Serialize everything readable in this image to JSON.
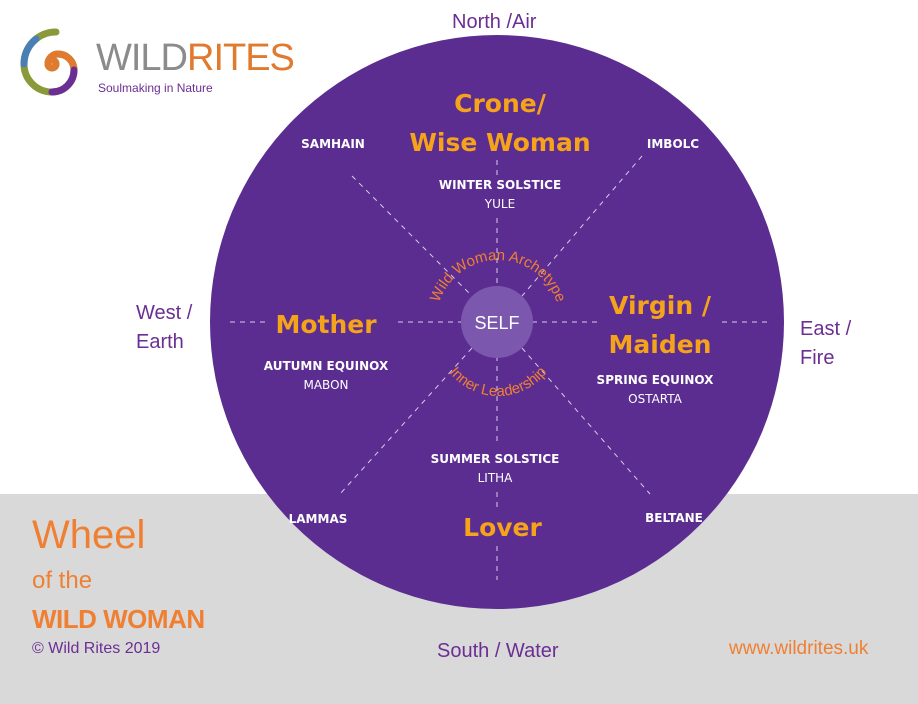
{
  "logo": {
    "brand_wild": "WILD",
    "brand_rites": "RITES",
    "tagline": "Soulmaking in Nature"
  },
  "compass": {
    "north": "North /Air",
    "south": "South / Water",
    "west": "West /\nEarth",
    "east": "East /\nFire"
  },
  "archetypes": {
    "crone": "Crone/\nWise Woman",
    "mother": "Mother",
    "virgin": "Virgin /\nMaiden",
    "lover": "Lover"
  },
  "festivals": {
    "winter": {
      "name": "WINTER SOLSTICE",
      "sub": "YULE"
    },
    "autumn": {
      "name": "AUTUMN EQUINOX",
      "sub": "MABON"
    },
    "spring": {
      "name": "SPRING EQUINOX",
      "sub": "OSTARTA"
    },
    "summer": {
      "name": "SUMMER SOLSTICE",
      "sub": "LITHA"
    },
    "samhain": "SAMHAIN",
    "imbolc": "IMBOLC",
    "lammas": "LAMMAS",
    "beltane": "BELTANE"
  },
  "center": {
    "label": "SELF",
    "arc_top": "Wild Woman Archetype",
    "arc_bottom": "Inner Leadership"
  },
  "footer": {
    "title_line1": "Wheel",
    "title_line2": "of the",
    "title_line3": "WILD WOMAN",
    "copyright": "© Wild Rites 2019",
    "website": "www.wildrites.uk"
  },
  "colors": {
    "wheel": "#5c2d91",
    "accent_orange": "#ef8033",
    "archetype_gold": "#f5a31a",
    "compass_purple": "#6b2e93",
    "band_gray": "#d9d9d9"
  }
}
